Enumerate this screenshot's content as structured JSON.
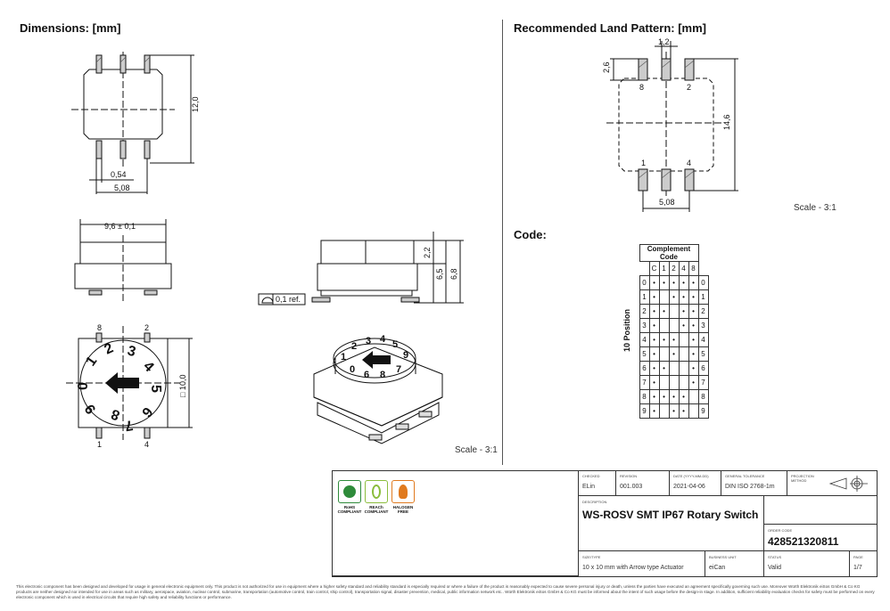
{
  "sections": {
    "dimensions": "Dimensions: [mm]",
    "land_pattern": "Recommended Land Pattern: [mm]",
    "code": "Code:"
  },
  "dims": {
    "height_12": "12,0",
    "pad_width": "0,54",
    "pitch": "5,08",
    "width_96": "9,6 ± 0,1",
    "h22": "2,2",
    "h65": "6,5",
    "h68": "6,8",
    "ref": "0,1 ref.",
    "pin8": "8",
    "pin2": "2",
    "pin1": "1",
    "pin4": "4",
    "square_10": "□ 10,0",
    "lp_12": "1,2",
    "lp_26": "2,6",
    "lp_146": "14,6",
    "lp_508": "5,08",
    "dial_digits": [
      "0",
      "1",
      "2",
      "3",
      "4",
      "5",
      "6",
      "7",
      "8",
      "9"
    ]
  },
  "scales": {
    "land": "Scale - 3:1",
    "bottom": "Scale - 3:1"
  },
  "code_table": {
    "header": "Complement Code",
    "columns": [
      "C",
      "1",
      "2",
      "4",
      "8"
    ],
    "side_label": "10 Position",
    "rows": [
      {
        "pos": "0",
        "cells": [
          "•",
          "•",
          "•",
          "•",
          "•"
        ]
      },
      {
        "pos": "1",
        "cells": [
          "•",
          "",
          "•",
          "•",
          "•"
        ]
      },
      {
        "pos": "2",
        "cells": [
          "•",
          "•",
          "",
          "•",
          "•"
        ]
      },
      {
        "pos": "3",
        "cells": [
          "•",
          "",
          "",
          "•",
          "•"
        ]
      },
      {
        "pos": "4",
        "cells": [
          "•",
          "•",
          "•",
          "",
          "•"
        ]
      },
      {
        "pos": "5",
        "cells": [
          "•",
          "",
          "•",
          "",
          "•"
        ]
      },
      {
        "pos": "6",
        "cells": [
          "•",
          "•",
          "",
          "",
          "•"
        ]
      },
      {
        "pos": "7",
        "cells": [
          "•",
          "",
          "",
          "",
          "•"
        ]
      },
      {
        "pos": "8",
        "cells": [
          "•",
          "•",
          "•",
          "•",
          ""
        ]
      },
      {
        "pos": "9",
        "cells": [
          "•",
          "",
          "•",
          "•",
          ""
        ]
      }
    ]
  },
  "title_block": {
    "checked_label": "CHECKED",
    "checked": "ELin",
    "revision_label": "REVISION",
    "revision": "001.003",
    "date_label": "DATE (YYYY-MM-DD)",
    "date": "2021-04-06",
    "tolerance_label": "GENERAL TOLERANCE",
    "tolerance": "DIN ISO 2768-1m",
    "projection_label": "PROJECTION METHOD",
    "description_label": "DESCRIPTION",
    "description": "WS-ROSV SMT IP67 Rotary Switch",
    "order_label": "ORDER CODE",
    "order": "428521320811",
    "sizetype_label": "SIZE/TYPE",
    "sizetype": "10 x 10 mm with Arrow type Actuator",
    "business_label": "BUSINESS UNIT",
    "business": "eiCan",
    "status_label": "STATUS",
    "status": "Valid",
    "page_label": "PAGE",
    "page": "1/7"
  },
  "logos": {
    "rohs": "RoHS COMPLIANT",
    "reach": "REACh COMPLIANT",
    "halogen": "HALOGEN FREE",
    "colors": {
      "rohs": "#2e8b3a",
      "reach": "#8bbd3c",
      "halogen": "#e07a1f"
    }
  },
  "footer": "This electronic component has been designed and developed for usage in general electronic equipment only. This product is not authorized for use in equipment where a higher safety standard and reliability standard is especially required or where a failure of the product is reasonably expected to cause severe personal injury or death, unless the parties have executed an agreement specifically governing such use. Moreover Würth Elektronik eiSos GmbH & Co KG products are neither designed nor intended for use in areas such as military, aerospace, aviation, nuclear control, submarine, transportation (automotive control, train control, ship control), transportation signal, disaster prevention, medical, public information network etc.. Würth Elektronik eiSos GmbH & Co KG must be informed about the intent of such usage before the design-in stage. In addition, sufficient reliability evaluation checks for safety must be performed on every electronic component which is used in electrical circuits that require high safety and reliability functions or performance."
}
